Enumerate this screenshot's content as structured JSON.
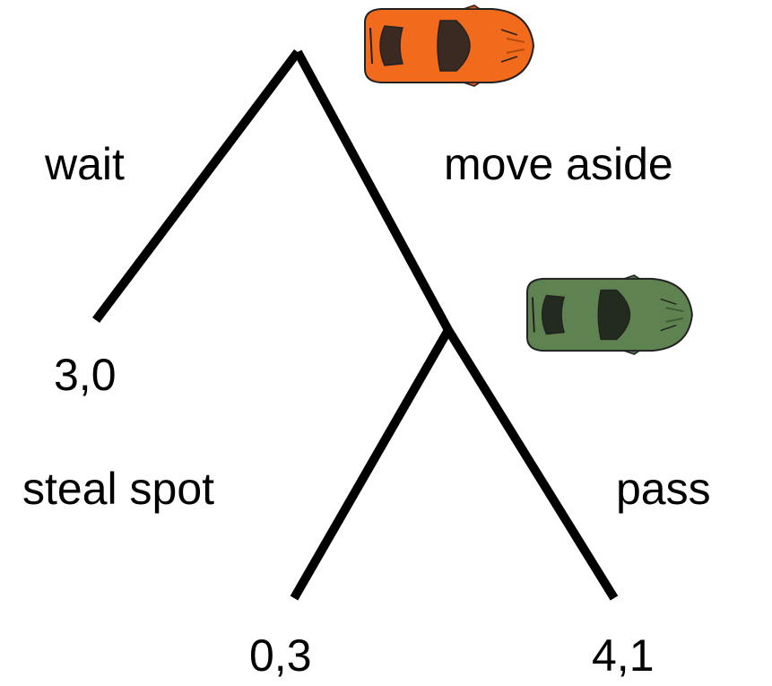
{
  "tree": {
    "first_mover": {
      "car_icon": "orange-car-icon",
      "car_color": "#F26A1B"
    },
    "second_mover": {
      "car_icon": "green-car-icon",
      "car_color": "#5E8350"
    },
    "actions": {
      "wait": "wait",
      "move_aside": "move aside",
      "steal_spot": "steal spot",
      "pass": "pass"
    },
    "payoffs": {
      "wait": "3,0",
      "steal_spot": "0,3",
      "pass": "4,1"
    },
    "line_color": "#000000"
  }
}
